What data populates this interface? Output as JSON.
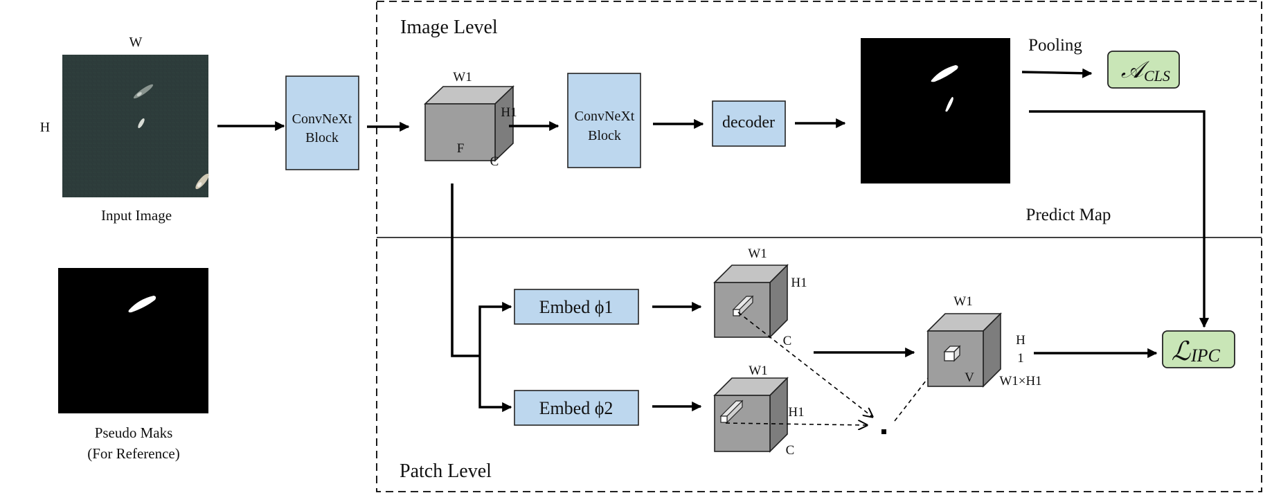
{
  "left_panel": {
    "input_label": "Input Image",
    "width_label": "W",
    "height_label": "H",
    "pseudo_mask_line1": "Pseudo Maks",
    "pseudo_mask_line2": "(For Reference)"
  },
  "image_level": {
    "title": "Image Level",
    "backbone_block_line1": "ConvNeXt",
    "backbone_block_line2": "Block",
    "feature_cube": {
      "w": "W1",
      "h": "H1",
      "c": "C",
      "f": "F"
    },
    "second_block_line1": "ConvNeXt",
    "second_block_line2": "Block",
    "decoder": "decoder",
    "pooling": "Pooling",
    "predict_map": "Predict Map",
    "cls_loss": {
      "symbol": "𝒜",
      "sub": "CLS"
    }
  },
  "patch_level": {
    "title": "Patch Level",
    "embed1": "Embed ϕ1",
    "embed2": "Embed ϕ2",
    "cube1": {
      "w": "W1",
      "h": "H1",
      "c": "C"
    },
    "cube2": {
      "w": "W1",
      "h": "H1",
      "c": "C"
    },
    "result_cube": {
      "w": "W1",
      "h": "H",
      "one": "1",
      "v": "V",
      "dim": "W1×H1"
    },
    "ipc_loss": {
      "symbol": "ℒ",
      "sub": "IPC"
    }
  },
  "colors": {
    "block_fill": "#bdd7ee",
    "loss_fill": "#c9e6b7",
    "satellite_sea": "#2e3e3d",
    "mask_background": "#000000"
  },
  "icons": [
    "satellite-image",
    "pseudo-mask-image",
    "predict-map-image",
    "feature-cube-icon"
  ]
}
